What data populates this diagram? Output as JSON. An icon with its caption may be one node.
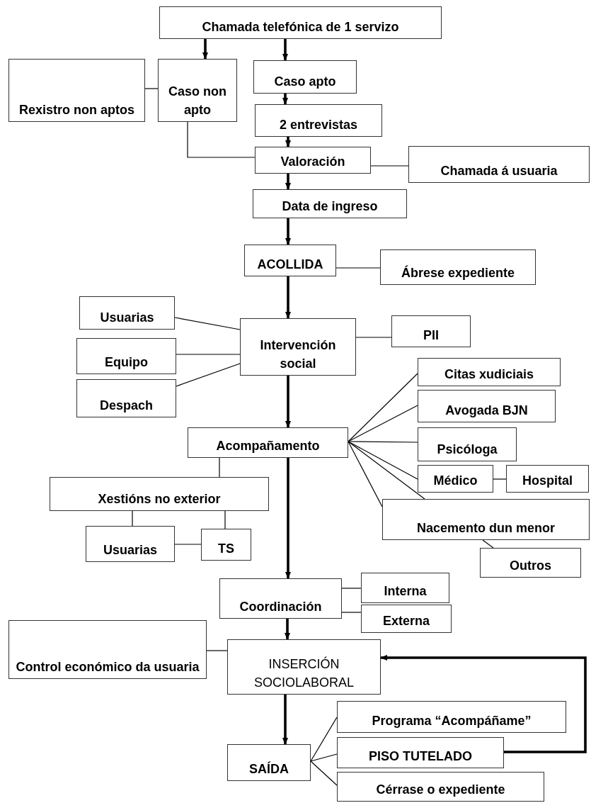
{
  "diagram": {
    "nodes": [
      {
        "text": [
          "Chamada telefónica de 1 servizo"
        ]
      },
      {
        "text": [
          "Rexistro non aptos"
        ]
      },
      {
        "text": [
          "Caso non apto"
        ]
      },
      {
        "text": [
          "Caso apto"
        ]
      },
      {
        "text": [
          "2 entrevistas"
        ]
      },
      {
        "text": [
          "Valoración"
        ]
      },
      {
        "text": [
          "Chamada á usuaria"
        ]
      },
      {
        "text": [
          "Data de ingreso"
        ]
      },
      {
        "text": [
          "ACOLLIDA"
        ]
      },
      {
        "text": [
          "Ábrese expediente"
        ]
      },
      {
        "text": [
          "Usuarias"
        ]
      },
      {
        "text": [
          "Intervención social"
        ]
      },
      {
        "text": [
          "PII"
        ]
      },
      {
        "text": [
          "Equipo"
        ]
      },
      {
        "text": [
          "Despach"
        ]
      },
      {
        "text": [
          "Citas xudiciais"
        ]
      },
      {
        "text": [
          "Avogada BJN"
        ]
      },
      {
        "text": [
          "Acompañamento"
        ]
      },
      {
        "text": [
          "Psicóloga"
        ]
      },
      {
        "text": [
          "Médico"
        ]
      },
      {
        "text": [
          "Hospital"
        ]
      },
      {
        "text": [
          "Xestións no exterior"
        ]
      },
      {
        "text": [
          "Nacemento dun menor"
        ]
      },
      {
        "text": [
          "Usuarias"
        ]
      },
      {
        "text": [
          "TS"
        ]
      },
      {
        "text": [
          "Outros"
        ]
      },
      {
        "text": [
          "Coordinación"
        ]
      },
      {
        "text": [
          "Interna"
        ]
      },
      {
        "text": [
          "Externa"
        ]
      },
      {
        "text": [
          "Control económico da usuaria"
        ]
      },
      {
        "text": [
          "INSERCIÓN SOCIOLABORAL"
        ]
      },
      {
        "text": [
          "Programa “Acompáñame”"
        ]
      },
      {
        "text": [
          "SAÍDA"
        ]
      },
      {
        "text": [
          "PISO TUTELADO"
        ]
      },
      {
        "text": [
          "Cérrase o expediente"
        ]
      }
    ],
    "edges": [
      {
        "from": 0,
        "to": 2,
        "arrow": "to",
        "style": "thick"
      },
      {
        "from": 0,
        "to": 3,
        "arrow": "to",
        "style": "thick"
      },
      {
        "from": 1,
        "to": 2,
        "arrow": "none"
      },
      {
        "from": 3,
        "to": 4,
        "arrow": "to",
        "style": "thick"
      },
      {
        "from": 4,
        "to": 5,
        "arrow": "to",
        "style": "thick"
      },
      {
        "from": 2,
        "to": 5,
        "arrow": "none"
      },
      {
        "from": 5,
        "to": 6,
        "arrow": "none"
      },
      {
        "from": 5,
        "to": 7,
        "arrow": "to",
        "style": "thick"
      },
      {
        "from": 7,
        "to": 8,
        "arrow": "to",
        "style": "thick"
      },
      {
        "from": 8,
        "to": 9,
        "arrow": "none"
      },
      {
        "from": 8,
        "to": 11,
        "arrow": "to",
        "style": "thick"
      },
      {
        "from": 10,
        "to": 11,
        "arrow": "none"
      },
      {
        "from": 13,
        "to": 11,
        "arrow": "none"
      },
      {
        "from": 14,
        "to": 11,
        "arrow": "none"
      },
      {
        "from": 11,
        "to": 12,
        "arrow": "none"
      },
      {
        "from": 11,
        "to": 17,
        "arrow": "to",
        "style": "thick"
      },
      {
        "from": 17,
        "to": 15,
        "arrow": "none"
      },
      {
        "from": 17,
        "to": 16,
        "arrow": "none"
      },
      {
        "from": 17,
        "to": 18,
        "arrow": "none"
      },
      {
        "from": 17,
        "to": 19,
        "arrow": "none"
      },
      {
        "from": 17,
        "to": 22,
        "arrow": "none"
      },
      {
        "from": 17,
        "to": 22,
        "arrow": "none"
      },
      {
        "from": 19,
        "to": 20,
        "arrow": "none"
      },
      {
        "from": 22,
        "to": 25,
        "arrow": "none"
      },
      {
        "from": 17,
        "to": 21,
        "arrow": "none"
      },
      {
        "from": 21,
        "to": 23,
        "arrow": "none"
      },
      {
        "from": 21,
        "to": 24,
        "arrow": "none"
      },
      {
        "from": 23,
        "to": 24,
        "arrow": "none"
      },
      {
        "from": 17,
        "to": 26,
        "arrow": "to",
        "style": "thick"
      },
      {
        "from": 26,
        "to": 27,
        "arrow": "none"
      },
      {
        "from": 26,
        "to": 28,
        "arrow": "none"
      },
      {
        "from": 26,
        "to": 30,
        "arrow": "to",
        "style": "thick"
      },
      {
        "from": 29,
        "to": 30,
        "arrow": "none"
      },
      {
        "from": 30,
        "to": 32,
        "arrow": "to",
        "style": "thick"
      },
      {
        "from": 32,
        "to": 31,
        "arrow": "none"
      },
      {
        "from": 32,
        "to": 33,
        "arrow": "none"
      },
      {
        "from": 32,
        "to": 34,
        "arrow": "none"
      },
      {
        "from": 33,
        "to": 30,
        "arrow": "to",
        "style": "thick"
      }
    ]
  }
}
